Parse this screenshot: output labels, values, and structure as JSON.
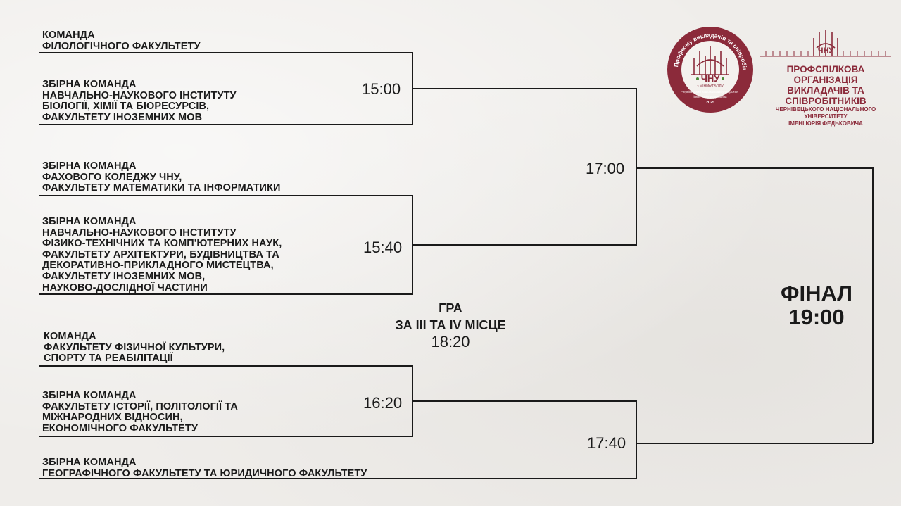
{
  "teams": [
    "КОМАНДА\nФІЛОЛОГІЧНОГО ФАКУЛЬТЕТУ",
    "ЗБІРНА КОМАНДА\nНАВЧАЛЬНО-НАУКОВОГО ІНСТИТУТУ\nБІОЛОГІЇ, ХІМІЇ ТА БІОРЕСУРСІВ,\nФАКУЛЬТЕТУ ІНОЗЕМНИХ МОВ",
    "ЗБІРНА КОМАНДА\nФАХОВОГО КОЛЕДЖУ ЧНУ,\nФАКУЛЬТЕТУ МАТЕМАТИКИ ТА ІНФОРМАТИКИ",
    "ЗБІРНА КОМАНДА\nНАВЧАЛЬНО-НАУКОВОГО ІНСТИТУТУ\nФІЗИКО-ТЕХНІЧНИХ ТА КОМП'ЮТЕРНИХ НАУК,\nФАКУЛЬТЕТУ АРХІТЕКТУРИ, БУДІВНИЦТВА ТА\nДЕКОРАТИВНО-ПРИКЛАДНОГО МИСТЕЦТВА,\nФАКУЛЬТЕТУ ІНОЗЕМНИХ МОВ,\nНАУКОВО-ДОСЛІДНОЇ ЧАСТИНИ",
    "КОМАНДА\nФАКУЛЬТЕТУ ФІЗИЧНОЇ КУЛЬТУРИ,\nСПОРТУ ТА РЕАБІЛІТАЦІЇ",
    "ЗБІРНА КОМАНДА\nФАКУЛЬТЕТУ ІСТОРІЇ, ПОЛІТОЛОГІЇ ТА\nМІЖНАРОДНИХ ВІДНОСИН,\nЕКОНОМІЧНОГО ФАКУЛЬТЕТУ",
    "ЗБІРНА КОМАНДА\nГЕОГРАФІЧНОГО ФАКУЛЬТЕТУ ТА ЮРИДИЧНОГО ФАКУЛЬТЕТУ"
  ],
  "times": {
    "qf1": "15:00",
    "qf2": "15:40",
    "qf3": "16:20",
    "sf1": "17:00",
    "sf2": "17:40"
  },
  "third_place": {
    "line1": "ГРА",
    "line2": "ЗА ІІІ ТА IV МІСЦЕ",
    "time": "18:20"
  },
  "final": {
    "label": "ФІНАЛ",
    "time": "19:00"
  },
  "logo": {
    "ring_text": "Кубок Профкому викладачів та співробітників",
    "center_abbr": "ЧНУ",
    "sport": "з МІНІФУТБОЛУ",
    "university": "Чернівецький національний університет",
    "named_after": "імені Юрія Федьковича",
    "year": "2025"
  },
  "org": {
    "abbr": "ЧНУ",
    "line1": "ПРОФСПІЛКОВА ОРГАНІЗАЦІЯ",
    "line2": "ВИКЛАДАЧІВ ТА СПІВРОБІТНИКІВ",
    "line3": "ЧЕРНІВЕЦЬКОГО НАЦІОНАЛЬНОГО УНІВЕРСИТЕТУ",
    "line4": "ІМЕНІ ЮРІЯ ФЕДЬКОВИЧА"
  },
  "colors": {
    "brand": "#8b2a3a",
    "line": "#1a1a1a",
    "background": "#efedea"
  }
}
